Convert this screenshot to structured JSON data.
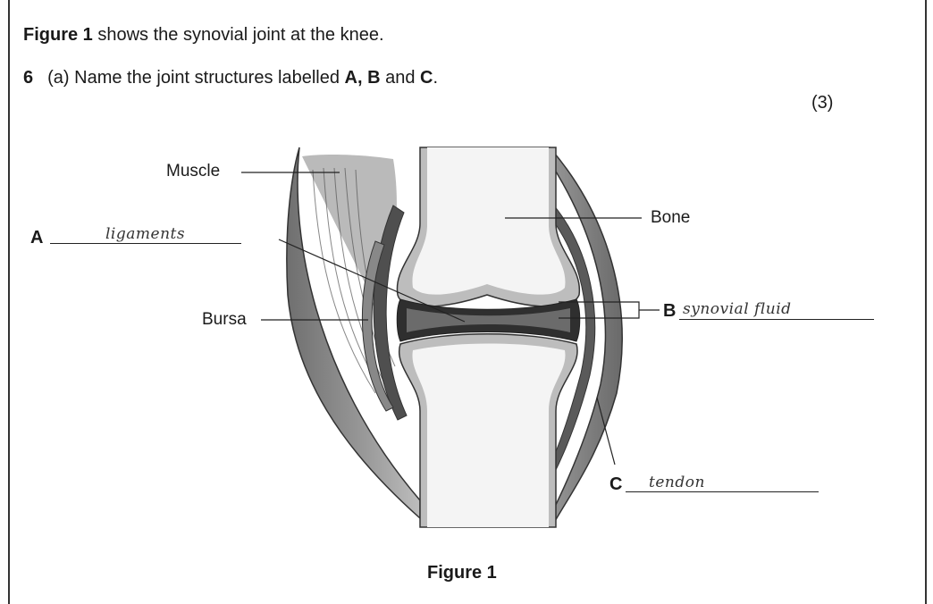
{
  "intro": {
    "bold": "Figure 1",
    "rest": " shows the synovial joint at the knee."
  },
  "question": {
    "number": "6",
    "part": "(a)",
    "text_before": "Name the joint structures labelled ",
    "a": "A",
    "comma": ",",
    "b": "B",
    "and": " and ",
    "c": "C",
    "end": ".",
    "marks": "(3)"
  },
  "labels": {
    "muscle": "Muscle",
    "bone": "Bone",
    "bursa": "Bursa"
  },
  "answers": {
    "a": {
      "letter": "A",
      "answer": "ligaments"
    },
    "b": {
      "letter": "B",
      "answer": "synovial fluid"
    },
    "c": {
      "letter": "C",
      "answer": "tendon"
    }
  },
  "figure_caption": "Figure 1"
}
